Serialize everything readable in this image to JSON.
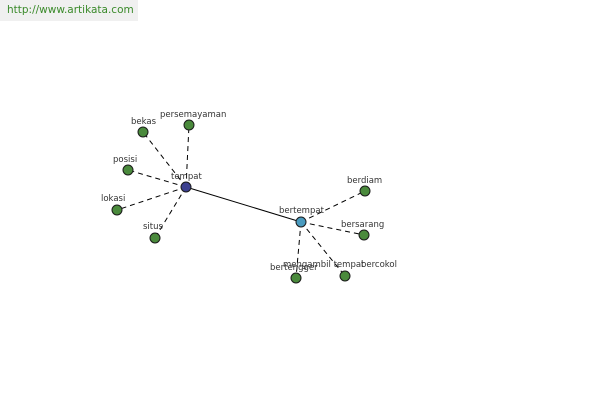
{
  "watermark": {
    "url": "http://www.artikata.com"
  },
  "colors": {
    "leaf": "#4a8a3c",
    "center_primary": "#3b3f8f",
    "center_secondary": "#4a9bbf",
    "url_text": "#3a8a2a"
  },
  "diagram": {
    "centers": [
      {
        "id": "tempat",
        "label": "tempat",
        "role": "primary"
      },
      {
        "id": "bertempat",
        "label": "bertempat",
        "role": "secondary"
      }
    ],
    "leaves": [
      {
        "id": "bekas",
        "label": "bekas",
        "parent": "tempat"
      },
      {
        "id": "persemayaman",
        "label": "persemayaman",
        "parent": "tempat"
      },
      {
        "id": "posisi",
        "label": "posisi",
        "parent": "tempat"
      },
      {
        "id": "lokasi",
        "label": "lokasi",
        "parent": "tempat"
      },
      {
        "id": "situs",
        "label": "situs",
        "parent": "tempat"
      },
      {
        "id": "berdiam",
        "label": "berdiam",
        "parent": "bertempat"
      },
      {
        "id": "bersarang",
        "label": "bersarang",
        "parent": "bertempat"
      },
      {
        "id": "bertengger",
        "label": "bertengger",
        "parent": "bertempat"
      },
      {
        "id": "mengambil-tempat",
        "label": "mengambil tempat",
        "parent": "bertempat"
      },
      {
        "id": "bercokol",
        "label": "bercokol",
        "parent": "bertempat"
      }
    ],
    "links": [
      {
        "from": "tempat",
        "to": "bertempat",
        "style": "solid"
      }
    ]
  }
}
